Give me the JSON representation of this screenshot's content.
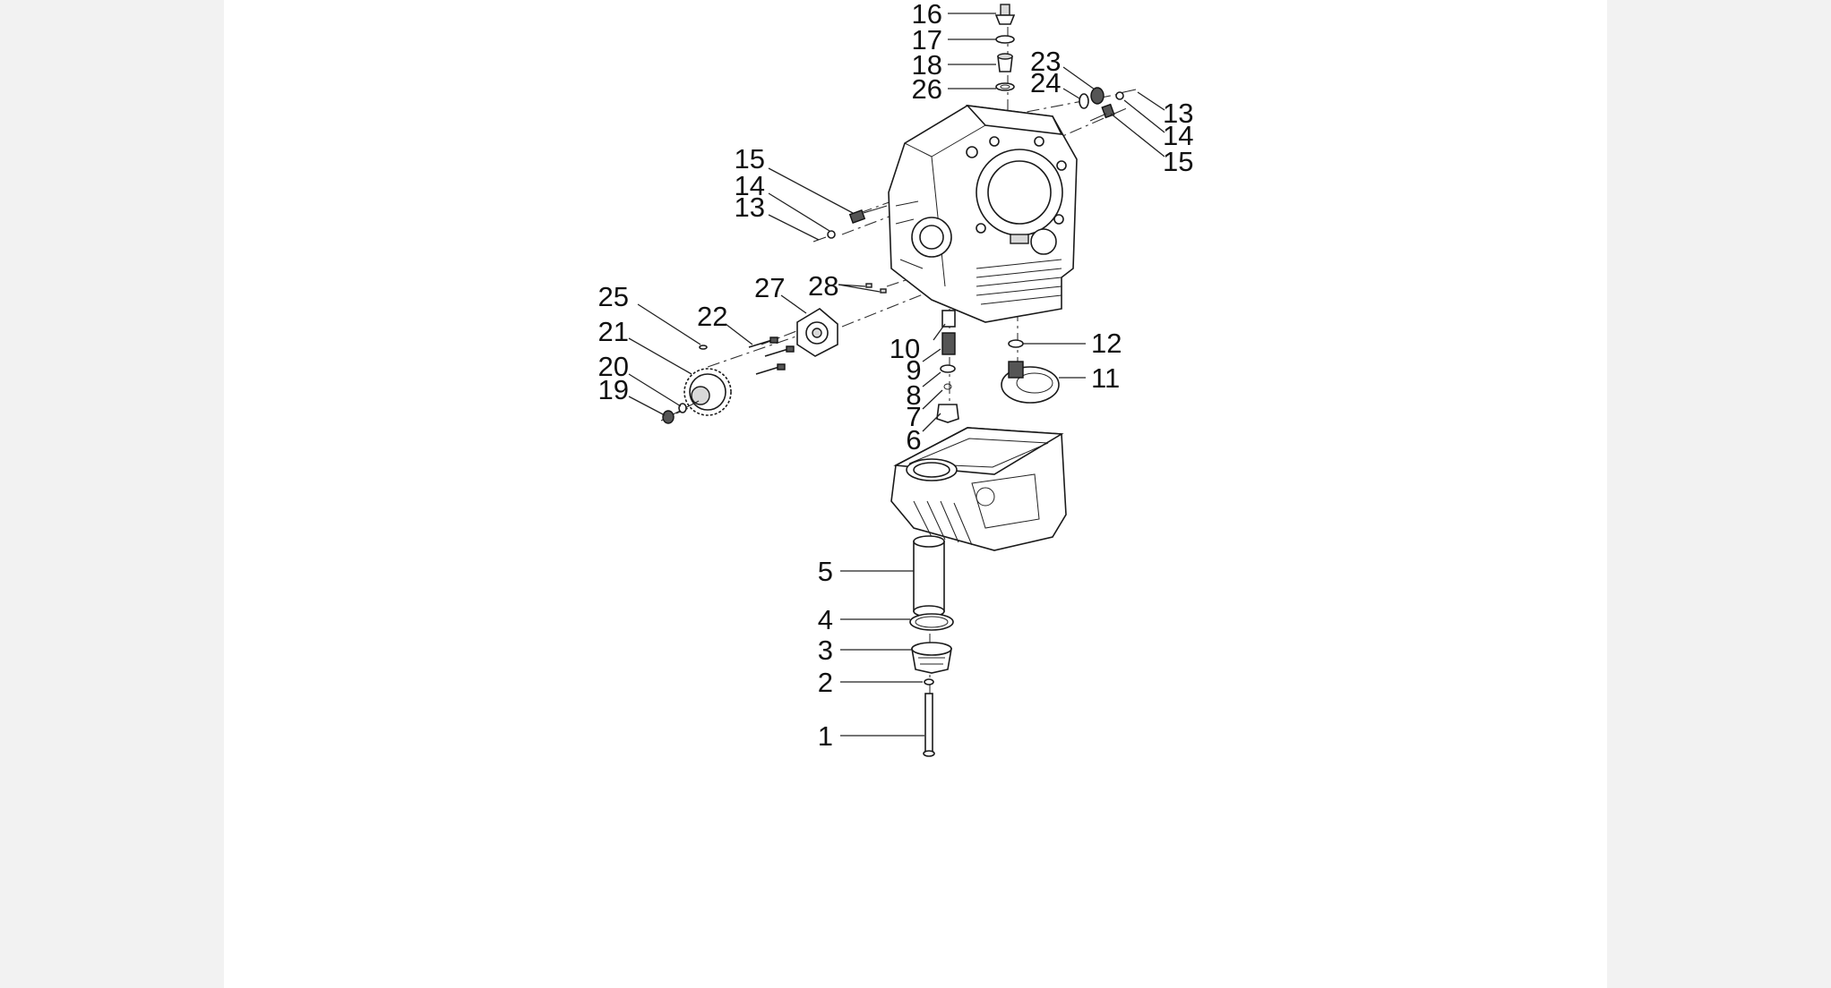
{
  "diagram": {
    "part_labels": [
      {
        "id": "l16a",
        "text": "16"
      },
      {
        "id": "l17a",
        "text": "17"
      },
      {
        "id": "l18a",
        "text": "18"
      },
      {
        "id": "l26a",
        "text": "26"
      },
      {
        "id": "l23a",
        "text": "23"
      },
      {
        "id": "l24a",
        "text": "24"
      },
      {
        "id": "l13a",
        "text": "13"
      },
      {
        "id": "l14a",
        "text": "14"
      },
      {
        "id": "l15a",
        "text": "15"
      },
      {
        "id": "l15b",
        "text": "15"
      },
      {
        "id": "l14b",
        "text": "14"
      },
      {
        "id": "l13b",
        "text": "13"
      },
      {
        "id": "l27a",
        "text": "27"
      },
      {
        "id": "l28a",
        "text": "28"
      },
      {
        "id": "l25a",
        "text": "25"
      },
      {
        "id": "l22a",
        "text": "22"
      },
      {
        "id": "l21a",
        "text": "21"
      },
      {
        "id": "l20a",
        "text": "20"
      },
      {
        "id": "l19a",
        "text": "19"
      },
      {
        "id": "l10a",
        "text": "10"
      },
      {
        "id": "l9a",
        "text": "9"
      },
      {
        "id": "l8a",
        "text": "8"
      },
      {
        "id": "l7a",
        "text": "7"
      },
      {
        "id": "l6a",
        "text": "6"
      },
      {
        "id": "l12a",
        "text": "12"
      },
      {
        "id": "l11a",
        "text": "11"
      },
      {
        "id": "l5a",
        "text": "5"
      },
      {
        "id": "l4a",
        "text": "4"
      },
      {
        "id": "l3a",
        "text": "3"
      },
      {
        "id": "l2a",
        "text": "2"
      },
      {
        "id": "l1a",
        "text": "1"
      }
    ]
  }
}
